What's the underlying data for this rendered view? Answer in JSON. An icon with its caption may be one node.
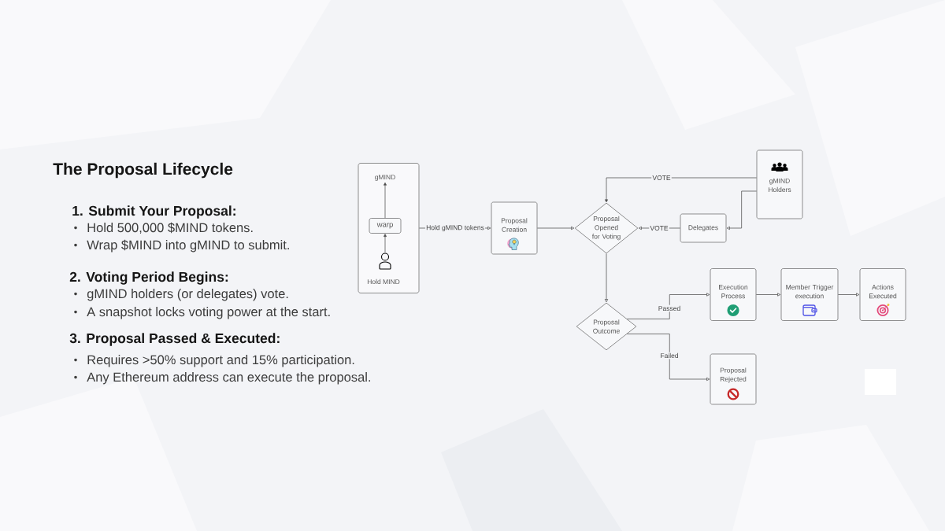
{
  "diagram": {
    "title": "The Proposal Lifecycle",
    "nodes": [
      {
        "text": [],
        "shape": "box"
      },
      {
        "text": [
          "gMIND"
        ],
        "in": 0
      },
      {
        "text": [
          "warp"
        ],
        "in": 0
      },
      {
        "text": [],
        "shape": "person",
        "in": 0,
        "beside": [
          "Hold MIND"
        ]
      },
      {
        "text": [
          "Proposal Creation"
        ]
      },
      {
        "text": [
          "Proposal Opened for Voting"
        ]
      },
      {
        "text": [
          "gMIND Holders"
        ]
      },
      {
        "text": [
          "Delegates"
        ]
      },
      {
        "text": [
          "Proposal Outcome"
        ]
      },
      {
        "text": [
          "Execution Process"
        ]
      },
      {
        "text": [
          "Member Trigger execution"
        ]
      },
      {
        "text": [
          "Actions Executed"
        ]
      },
      {
        "text": [
          "Proposal Rejected"
        ]
      }
    ],
    "edges": [
      {
        "from": 3,
        "to": 2,
        "arrow": "to"
      },
      {
        "from": 2,
        "to": 1,
        "arrow": "to"
      },
      {
        "from": 0,
        "to": 4,
        "arrow": "to",
        "label": "Hold gMIND tokens"
      },
      {
        "from": 4,
        "to": 5,
        "arrow": "to"
      },
      {
        "from": 6,
        "to": 5,
        "arrow": "to",
        "label": "VOTE"
      },
      {
        "from": 6,
        "to": 7,
        "arrow": "to"
      },
      {
        "from": 7,
        "to": 5,
        "arrow": "to",
        "label": "VOTE"
      },
      {
        "from": 5,
        "to": 8,
        "arrow": "to"
      },
      {
        "from": 8,
        "to": 9,
        "arrow": "to",
        "label": "Passed"
      },
      {
        "from": 9,
        "to": 10,
        "arrow": "to"
      },
      {
        "from": 10,
        "to": 11,
        "arrow": "to"
      },
      {
        "from": 8,
        "to": 12,
        "arrow": "to",
        "label": "Failed"
      }
    ],
    "labels": [
      "1. Submit Your Proposal:",
      "Hold 500,000 $MIND tokens.",
      "Wrap $MIND into gMIND to submit.",
      "2. Voting Period Begins:",
      "gMIND holders (or delegates) vote.",
      "A snapshot locks voting power at the start.",
      "3. Proposal Passed & Executed:",
      "Requires >50% support and 15% participation.",
      "Any Ethereum address can execute the proposal."
    ]
  }
}
